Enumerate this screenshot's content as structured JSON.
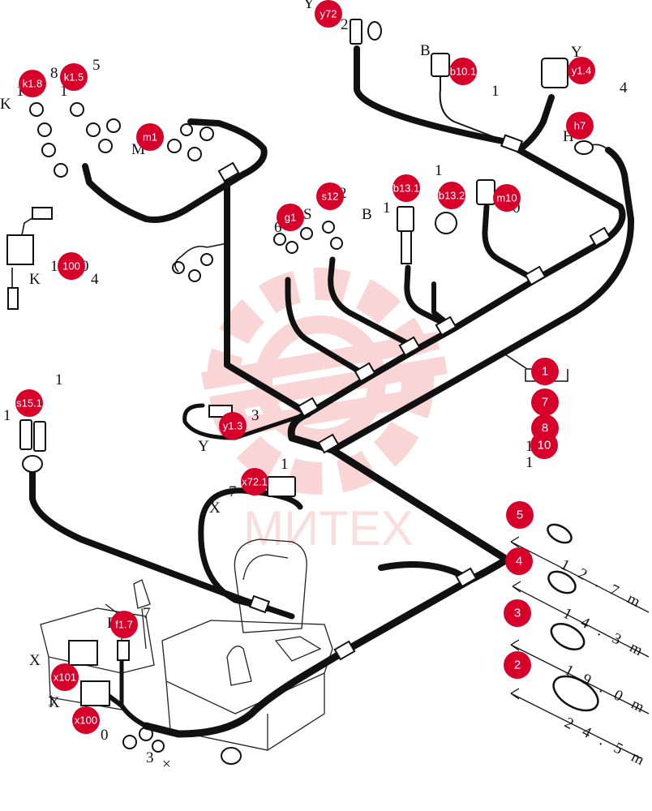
{
  "watermark": {
    "brand": "МИТЕХ"
  },
  "callouts": [
    {
      "id": "y72",
      "label": "y72"
    },
    {
      "id": "b10",
      "label": "b10.1"
    },
    {
      "id": "y14",
      "label": "y1.4"
    },
    {
      "id": "k18",
      "label": "k1.8"
    },
    {
      "id": "k15",
      "label": "k1.5"
    },
    {
      "id": "m1",
      "label": "m1"
    },
    {
      "id": "h7",
      "label": "h7"
    },
    {
      "id": "s122",
      "label": "s12"
    },
    {
      "id": "b131",
      "label": "b13.1"
    },
    {
      "id": "b132",
      "label": "b13.2"
    },
    {
      "id": "m10",
      "label": "m10"
    },
    {
      "id": "g1",
      "label": "g1"
    },
    {
      "id": "k100",
      "label": "100"
    },
    {
      "id": "n1",
      "label": "1"
    },
    {
      "id": "n7",
      "label": "7"
    },
    {
      "id": "n8",
      "label": "8"
    },
    {
      "id": "n10",
      "label": "10"
    },
    {
      "id": "s15",
      "label": "s15.1"
    },
    {
      "id": "y13",
      "label": "y1.3"
    },
    {
      "id": "x72",
      "label": "x72.1"
    },
    {
      "id": "n5",
      "label": "5"
    },
    {
      "id": "n4",
      "label": "4"
    },
    {
      "id": "n3",
      "label": "3"
    },
    {
      "id": "n2",
      "label": "2"
    },
    {
      "id": "f17",
      "label": "f1.7"
    },
    {
      "id": "x101",
      "label": "x101"
    },
    {
      "id": "x100",
      "label": "x100"
    }
  ],
  "hidden_labels": {
    "y72": [
      "Y",
      "2"
    ],
    "b10": [
      "B",
      "1"
    ],
    "y14": [
      "Y",
      "4"
    ],
    "k18": [
      "K",
      "1"
    ],
    "k15": [
      "8",
      "1",
      "5"
    ],
    "m1": [
      "M"
    ],
    "h7": [
      "H"
    ],
    "s12": [
      "2"
    ],
    "b13": [
      "B",
      "1",
      "1"
    ],
    "m10": [
      "0"
    ],
    "g1": [
      "6",
      "S"
    ],
    "k100": [
      "K",
      "1",
      "0",
      "4"
    ],
    "y13": [
      "Y",
      "3"
    ],
    "x72": [
      "X",
      "7",
      "1"
    ],
    "s15": [
      "1",
      "1"
    ],
    "f17": [
      "F",
      "7"
    ],
    "x101": [
      "X",
      "1"
    ],
    "x100": [
      "X"
    ],
    "bottom": [
      "0",
      "3",
      "×"
    ],
    "legend_bottom": [
      "1",
      "1"
    ]
  },
  "dimensions": [
    {
      "line": "5",
      "text": "1 2 . 7 m"
    },
    {
      "line": "4",
      "text": "1 4 . 3 m"
    },
    {
      "line": "3",
      "text": "1 9 . 0 m"
    },
    {
      "line": "2",
      "text": "2 4 . 5 m"
    }
  ],
  "colors": {
    "callout": "#d6002a",
    "cable": "#111111",
    "watermark": "#f3b8b8"
  }
}
